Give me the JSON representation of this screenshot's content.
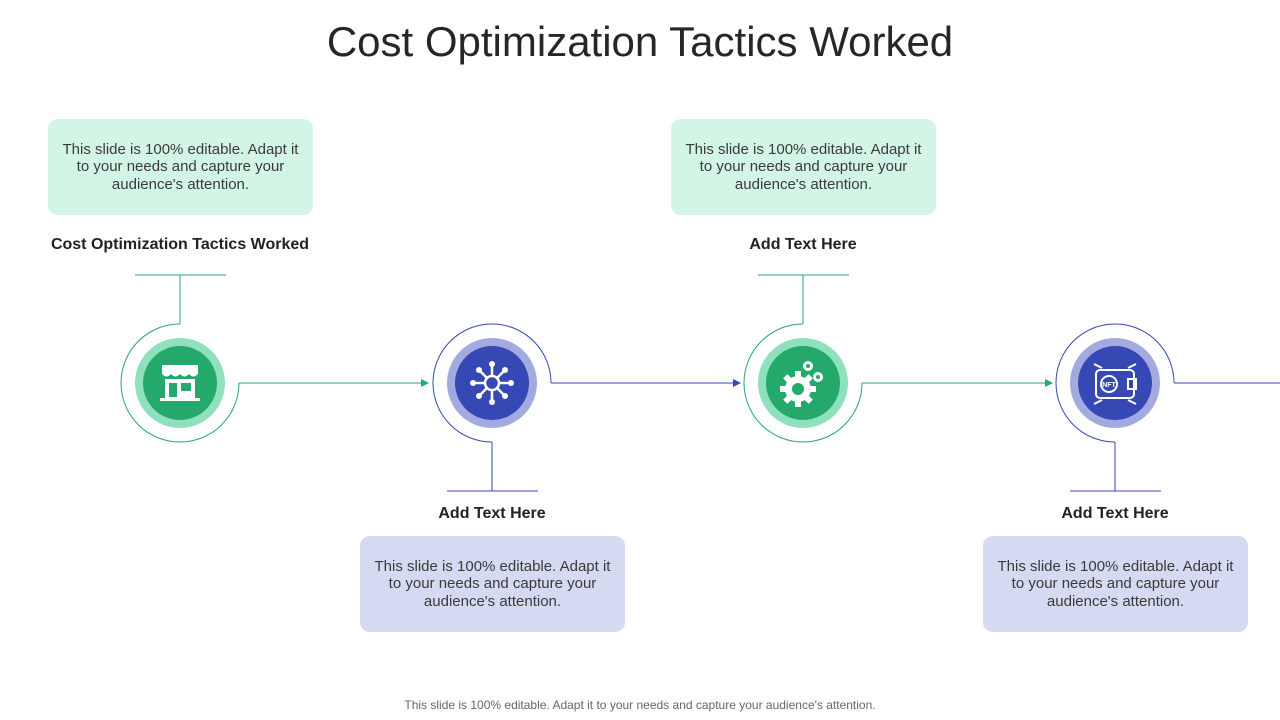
{
  "title": "Cost Optimization Tactics Worked",
  "colors": {
    "green": "#25a86b",
    "green_light": "#8fe0bc",
    "blue": "#3648b3",
    "blue_light": "#a3aae0"
  },
  "steps": [
    {
      "label": "Cost Optimization  Tactics Worked",
      "text": "This slide is 100% editable. Adapt it to your needs and capture your audience's attention.",
      "icon": "store-icon"
    },
    {
      "label": "Add  Text Here",
      "text": "This slide is 100% editable. Adapt it to your needs and capture your audience's attention.",
      "icon": "network-hub-icon"
    },
    {
      "label": "Add  Text Here",
      "text": "This slide is 100% editable. Adapt it to your needs and capture your audience's attention.",
      "icon": "gears-icon"
    },
    {
      "label": "Add  Text Here",
      "text": "This slide is 100% editable. Adapt it to your needs and capture your audience's attention.",
      "icon": "nft-wallet-icon"
    }
  ],
  "footer": "This slide is 100% editable. Adapt it to your needs and capture your audience's attention."
}
